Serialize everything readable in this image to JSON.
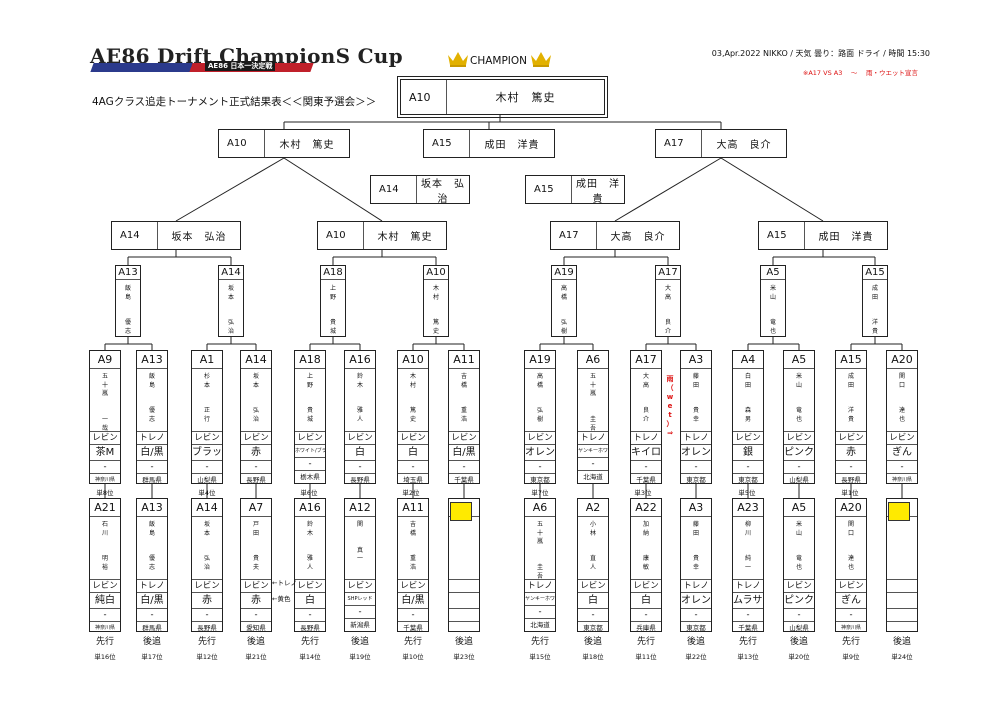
{
  "header": {
    "logo_title": "AE86 Drift ChampionS Cup",
    "logo_subtitle": "AE86 日本一決定戦",
    "subtitle": "4AGクラス追走トーナメント正式結果表＜＜関東予選会＞＞",
    "champion_label": "CHAMPION",
    "meta": "03,Apr.2022 NIKKO / 天気 曇り：路面 ドライ / 時間 15:30",
    "note": "※A17 VS A3 　～ 　雨・ウエット宣言"
  },
  "colors": {
    "line": "#222222",
    "highlight": "#ffea00",
    "note": "#dd1111"
  },
  "champion": {
    "seed": "A10",
    "name": "木村　篤史"
  },
  "final_row": [
    {
      "seed": "A10",
      "name": "木村　篤史"
    },
    {
      "seed": "A15",
      "name": "成田　洋貴"
    },
    {
      "seed": "A17",
      "name": "大高　良介"
    }
  ],
  "third_row": [
    {
      "seed": "A14",
      "name": "坂本　弘治"
    },
    {
      "seed": "A15",
      "name": "成田　洋貴"
    }
  ],
  "semi_row": [
    {
      "seed": "A14",
      "name": "坂本　弘治"
    },
    {
      "seed": "A10",
      "name": "木村　篤史"
    },
    {
      "seed": "A17",
      "name": "大高　良介"
    },
    {
      "seed": "A15",
      "name": "成田　洋貴"
    }
  ],
  "quarter_row": [
    {
      "seed": "A13",
      "name": "飯島\n\n優志"
    },
    {
      "seed": "A14",
      "name": "坂本\n\n弘治"
    },
    {
      "seed": "A18",
      "name": "上野\n\n貴城"
    },
    {
      "seed": "A10",
      "name": "木村\n\n篤史"
    },
    {
      "seed": "A19",
      "name": "高橋\n\n弘樹"
    },
    {
      "seed": "A17",
      "name": "大高\n\n良介"
    },
    {
      "seed": "A5",
      "name": "米山\n\n竜也"
    },
    {
      "seed": "A15",
      "name": "成田\n\n洋貴"
    }
  ],
  "upper_entries": [
    {
      "seed": "A9",
      "name": "五十嵐\n\n一哉",
      "car": "レビン",
      "color": "茶M",
      "dash": "-",
      "pref": "神奈川県"
    },
    {
      "seed": "A13",
      "name": "飯島\n\n優志",
      "car": "トレノ",
      "color": "白/黒",
      "dash": "-",
      "pref": "群馬県"
    },
    {
      "seed": "A1",
      "name": "杉本\n\n正行",
      "car": "レビン",
      "color": "ブラック",
      "dash": "-",
      "pref": "山梨県"
    },
    {
      "seed": "A14",
      "name": "坂本\n\n弘治",
      "car": "レビン",
      "color": "赤",
      "dash": "-",
      "pref": "長野県"
    },
    {
      "seed": "A18",
      "name": "上野\n\n貴城",
      "car": "レビン",
      "color": "ホワイト/ブラック",
      "dash": "-",
      "pref": "栃木県"
    },
    {
      "seed": "A16",
      "name": "鈴木\n\n雅人",
      "car": "レビン",
      "color": "白",
      "dash": "-",
      "pref": "長野県"
    },
    {
      "seed": "A10",
      "name": "木村\n\n篤史",
      "car": "レビン",
      "color": "白",
      "dash": "-",
      "pref": "埼玉県"
    },
    {
      "seed": "A11",
      "name": "吉橋\n\n重浩",
      "car": "レビン",
      "color": "白/黒",
      "dash": "-",
      "pref": "千葉県"
    },
    {
      "seed": "A19",
      "name": "高橋\n\n弘樹",
      "car": "レビン",
      "color": "オレンジ",
      "dash": "-",
      "pref": "東京都"
    },
    {
      "seed": "A6",
      "name": "五十嵐\n\n圭吾",
      "car": "トレノ",
      "color": "ヤンキーホワイト",
      "dash": "-",
      "pref": "北海道"
    },
    {
      "seed": "A17",
      "name": "大高\n\n良介",
      "car": "トレノ",
      "color": "キイロ",
      "dash": "-",
      "pref": "千葉県"
    },
    {
      "seed": "A3",
      "name": "藤田\n\n貴幸",
      "car": "トレノ",
      "color": "オレンジ",
      "dash": "-",
      "pref": "東京都"
    },
    {
      "seed": "A4",
      "name": "白田\n\n森男",
      "car": "レビン",
      "color": "銀",
      "dash": "-",
      "pref": "東京都"
    },
    {
      "seed": "A5",
      "name": "米山\n\n竜也",
      "car": "レビン",
      "color": "ピンク",
      "dash": "-",
      "pref": "山梨県"
    },
    {
      "seed": "A15",
      "name": "成田\n\n洋貴",
      "car": "レビン",
      "color": "赤",
      "dash": "-",
      "pref": "長野県"
    },
    {
      "seed": "A20",
      "name": "関口\n\n達也",
      "car": "レビン",
      "color": "ぎん",
      "dash": "-",
      "pref": "神奈川県"
    }
  ],
  "wet_note": "雨（wet）⇒",
  "upper_ranks": [
    "単8位",
    "単4位",
    "単6位",
    "単2位",
    "単7位",
    "単3位",
    "単5位",
    "単1位"
  ],
  "lower_entries": [
    {
      "seed": "A21",
      "name": "石川\n\n明裕",
      "car": "レビン",
      "color": "純白",
      "dash": "-",
      "pref": "神奈川県"
    },
    {
      "seed": "A13",
      "name": "飯島\n\n優志",
      "car": "トレノ",
      "color": "白/黒",
      "dash": "-",
      "pref": "群馬県"
    },
    {
      "seed": "A14",
      "name": "坂本\n\n弘治",
      "car": "レビン",
      "color": "赤",
      "dash": "-",
      "pref": "長野県"
    },
    {
      "seed": "A7",
      "name": "戸田\n\n貴夫",
      "car": "レビン",
      "color": "赤",
      "dash": "-",
      "pref": "愛知県"
    },
    {
      "seed": "A16",
      "name": "鈴木\n\n雅人",
      "car": "レビン",
      "color": "白",
      "dash": "-",
      "pref": "長野県"
    },
    {
      "seed": "A12",
      "name": "関\n\n真一",
      "car": "レビン",
      "color": "SHPレッド",
      "dash": "-",
      "pref": "新潟県"
    },
    {
      "seed": "A11",
      "name": "吉橋\n\n重浩",
      "car": "レビン",
      "color": "白/黒",
      "dash": "-",
      "pref": "千葉県"
    },
    {
      "seed": "",
      "name": "",
      "car": "",
      "color": "",
      "dash": "",
      "pref": ""
    },
    {
      "seed": "A6",
      "name": "五十嵐\n\n圭吾",
      "car": "トレノ",
      "color": "ヤンキーホワイト",
      "dash": "-",
      "pref": "北海道"
    },
    {
      "seed": "A2",
      "name": "小林\n\n直人",
      "car": "レビン",
      "color": "白",
      "dash": "-",
      "pref": "東京都"
    },
    {
      "seed": "A22",
      "name": "加納\n\n康敏",
      "car": "レビン",
      "color": "白",
      "dash": "-",
      "pref": "兵庫県"
    },
    {
      "seed": "A3",
      "name": "藤田\n\n貴幸",
      "car": "トレノ",
      "color": "オレンジ",
      "dash": "-",
      "pref": "東京都"
    },
    {
      "seed": "A23",
      "name": "柳川\n\n純一",
      "car": "トレノ",
      "color": "ムラサキ",
      "dash": "-",
      "pref": "千葉県"
    },
    {
      "seed": "A5",
      "name": "米山\n\n竜也",
      "car": "レビン",
      "color": "ピンク",
      "dash": "-",
      "pref": "山梨県"
    },
    {
      "seed": "A20",
      "name": "関口\n\n達也",
      "car": "レビン",
      "color": "ぎん",
      "dash": "-",
      "pref": "神奈川県"
    },
    {
      "seed": "",
      "name": "",
      "car": "",
      "color": "",
      "dash": "",
      "pref": ""
    }
  ],
  "side_notes": {
    "trueno": "←トレノ",
    "yellow": "←黄色"
  },
  "order_labels": [
    "先行",
    "後追",
    "先行",
    "後追",
    "先行",
    "後追",
    "先行",
    "後追",
    "先行",
    "後追",
    "先行",
    "後追",
    "先行",
    "後追",
    "先行",
    "後追"
  ],
  "lower_ranks": [
    "単16位",
    "単17位",
    "単12位",
    "単21位",
    "単14位",
    "単19位",
    "単10位",
    "単23位",
    "単15位",
    "単18位",
    "単11位",
    "単22位",
    "単13位",
    "単20位",
    "単9位",
    "単24位"
  ]
}
